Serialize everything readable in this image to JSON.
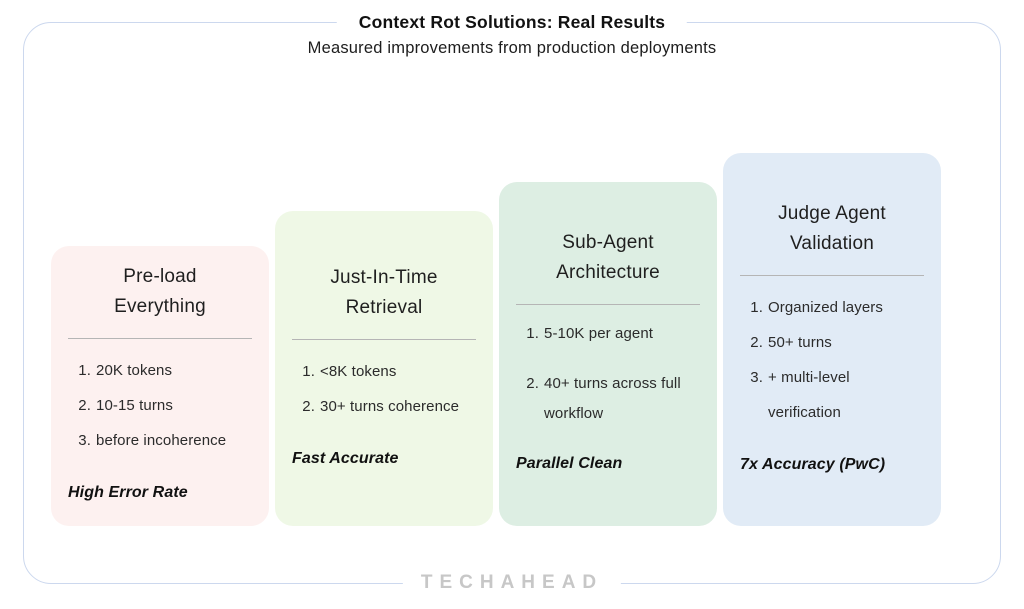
{
  "header": {
    "title": "Context Rot Solutions: Real Results",
    "subtitle": "Measured improvements from production deployments"
  },
  "cards": [
    {
      "title_lines": [
        "Pre-load",
        "Everything"
      ],
      "items": [
        {
          "num": "1.",
          "text": "20K tokens"
        },
        {
          "num": "2.",
          "text": "10-15 turns"
        },
        {
          "num": "3.",
          "text": "before incoherence"
        }
      ],
      "footer": "High Error Rate",
      "bg": "#fdf1f0"
    },
    {
      "title_lines": [
        "Just-In-Time",
        "Retrieval"
      ],
      "items": [
        {
          "num": "1.",
          "text": "<8K tokens"
        },
        {
          "num": "2.",
          "text": "30+ turns coherence"
        }
      ],
      "footer": "Fast Accurate",
      "bg": "#eff8e6"
    },
    {
      "title_lines": [
        "Sub-Agent",
        "Architecture"
      ],
      "items": [
        {
          "num": "1.",
          "text": "5-10K per agent"
        },
        {
          "num": "2.",
          "text": "40+ turns across full workflow"
        }
      ],
      "footer": "Parallel Clean",
      "bg": "#ddeee3"
    },
    {
      "title_lines": [
        "Judge Agent",
        "Validation"
      ],
      "items": [
        {
          "num": "1.",
          "text": "Organized layers"
        },
        {
          "num": "2.",
          "text": "50+ turns"
        },
        {
          "num": "3.",
          "text": "+ multi-level verification"
        }
      ],
      "footer": "7x Accuracy (PwC)",
      "bg": "#e1ebf6"
    }
  ],
  "brand": {
    "logo_text": "TECHAHEAD"
  },
  "colors": {
    "frame_border": "#ccd8ee",
    "card_divider": "#b5b5b5",
    "logo_gray": "#c7c7c7"
  }
}
